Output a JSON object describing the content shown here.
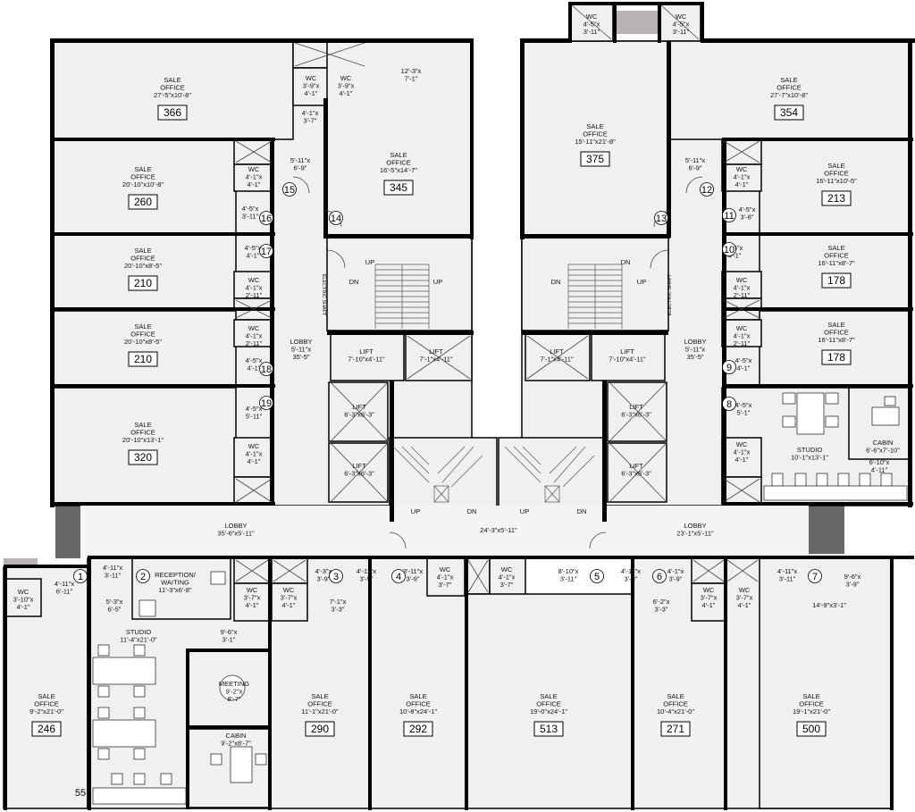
{
  "rooms": [
    {
      "id": "r366",
      "name": "SALE\nOFFICE",
      "dims": "27'-5\"x10'-8\"",
      "area": "366"
    },
    {
      "id": "r260",
      "name": "SALE\nOFFICE",
      "dims": "20'-10\"x10'-8\"",
      "area": "260"
    },
    {
      "id": "r210a",
      "name": "SALE\nOFFICE",
      "dims": "20'-10\"x8'-5\"",
      "area": "210"
    },
    {
      "id": "r210b",
      "name": "SALE\nOFFICE",
      "dims": "20'-10\"x8'-5\"",
      "area": "210"
    },
    {
      "id": "r320",
      "name": "SALE\nOFFICE",
      "dims": "20'-10\"x13'-1\"",
      "area": "320"
    },
    {
      "id": "r345",
      "name": "SALE\nOFFICE",
      "dims": "16'-5\"x14'-7\"",
      "area": "345"
    },
    {
      "id": "r375",
      "name": "SALE\nOFFICE",
      "dims": "15'-11\"x21'-8\"",
      "area": "375"
    },
    {
      "id": "r354",
      "name": "SALE\nOFFICE",
      "dims": "27'-7\"x10'-8\"",
      "area": "354"
    },
    {
      "id": "r213",
      "name": "SALE\nOFFICE",
      "dims": "16'-11\"x10'-5\"",
      "area": "213"
    },
    {
      "id": "r178a",
      "name": "SALE\nOFFICE",
      "dims": "16'-11\"x8'-7\"",
      "area": "178"
    },
    {
      "id": "r178b",
      "name": "SALE\nOFFICE",
      "dims": "16'-11\"x8'-7\"",
      "area": "178"
    },
    {
      "id": "r246",
      "name": "SALE\nOFFICE",
      "dims": "9'-2\"x21'-0\"",
      "area": "246"
    },
    {
      "id": "r290",
      "name": "SALE\nOFFICE",
      "dims": "11'-1\"x21'-0\"",
      "area": "290"
    },
    {
      "id": "r292",
      "name": "SALE\nOFFICE",
      "dims": "10'-8\"x24'-1\"",
      "area": "292"
    },
    {
      "id": "r513",
      "name": "SALE\nOFFICE",
      "dims": "19'-0\"x24'-1\"",
      "area": "513"
    },
    {
      "id": "r271",
      "name": "SALE\nOFFICE",
      "dims": "10'-4\"x21'-0\"",
      "area": "271"
    },
    {
      "id": "r500",
      "name": "SALE\nOFFICE",
      "dims": "19'-1\"x21'-0\"",
      "area": "500"
    }
  ],
  "labels": [
    {
      "id": "wcTop1",
      "text": "WC\n4'-5\"x\n3'-11\""
    },
    {
      "id": "wcTop2",
      "text": "WC\n4'-5\"x\n3'-11\""
    },
    {
      "id": "wc366a",
      "text": "WC\n3'-9\"x\n4'-1\""
    },
    {
      "id": "wc366b",
      "text": "WC\n3'-9\"x\n4'-1\""
    },
    {
      "id": "pass366",
      "text": "4'-1\"x\n3'-7\""
    },
    {
      "id": "top345",
      "text": "12'-3\"x\n7'-1\""
    },
    {
      "id": "wc260",
      "text": "WC\n4'-1\"x\n4'-1\""
    },
    {
      "id": "p15",
      "text": "5'-11\"x\n6'-9\""
    },
    {
      "id": "p16",
      "text": "4'-5\"x\n3'-11\""
    },
    {
      "id": "p17",
      "text": "4'-5\"x\n4'-1\""
    },
    {
      "id": "wc210a",
      "text": "WC\n4'-1\"x\n2'-11\""
    },
    {
      "id": "wc210b",
      "text": "WC\n4'-1\"x\n2'-11\""
    },
    {
      "id": "p18",
      "text": "4'-5\"x\n4'-1\""
    },
    {
      "id": "p19",
      "text": "4'-5\"x\n5'-11\""
    },
    {
      "id": "wc320",
      "text": "WC\n4'-1\"x\n4'-1\""
    },
    {
      "id": "lobbyL",
      "text": "LOBBY\n5'-11\"x\n35'-5\""
    },
    {
      "id": "lobbyR",
      "text": "LOBBY\n5'-11\"x\n35'-5\""
    },
    {
      "id": "liftL1",
      "text": "LIFT\n7'-10\"x4'-11\""
    },
    {
      "id": "liftL2",
      "text": "LIFT\n7'-1\"x4'-11\""
    },
    {
      "id": "liftR1",
      "text": "LIFT\n7'-1\"x4'-11\""
    },
    {
      "id": "liftR2",
      "text": "LIFT\n7'-10\"x4'-11\""
    },
    {
      "id": "liftL3",
      "text": "LIFT\n6'-3\"x6'-3\""
    },
    {
      "id": "liftL4",
      "text": "LIFT\n6'-3\"x6'-3\""
    },
    {
      "id": "liftR3",
      "text": "LIFT\n6'-3\"x6'-3\""
    },
    {
      "id": "liftR4",
      "text": "LIFT\n6'-3\"x6'-3\""
    },
    {
      "id": "p12",
      "text": "5'-11\"x\n6'-9\""
    },
    {
      "id": "wc213",
      "text": "WC\n4'-1\"x\n4'-1\""
    },
    {
      "id": "p11",
      "text": "4'-5\"x\n3'-8\""
    },
    {
      "id": "p10",
      "text": "4'-5\"x\n4'-1\""
    },
    {
      "id": "wc178a",
      "text": "WC\n4'-1\"x\n2'-11\""
    },
    {
      "id": "wc178b",
      "text": "WC\n4'-1\"x\n2'-11\""
    },
    {
      "id": "p9",
      "text": "4'-5\"x\n4'-1\""
    },
    {
      "id": "p8",
      "text": "4'-5\"x\n5'-1\""
    },
    {
      "id": "wcStudio",
      "text": "WC\n4'-1\"x\n4'-1\""
    },
    {
      "id": "studioR",
      "text": "STUDIO\n10'-1\"x13'-1\""
    },
    {
      "id": "cabinR",
      "text": "CABIN\n6'-6\"x7'-10\""
    },
    {
      "id": "cabinR2",
      "text": "6'-10\"x\n4'-11\""
    },
    {
      "id": "lobbyBL",
      "text": "LOBBY\n35'-6\"x5'-11\""
    },
    {
      "id": "lobbyBC",
      "text": "24'-3\"x5'-11\""
    },
    {
      "id": "lobbyBR",
      "text": "LOBBY\n23'-1\"x5'-11\""
    },
    {
      "id": "wc246",
      "text": "WC\n3'-10\"x\n4'-1\""
    },
    {
      "id": "p1",
      "text": "4'-11\"x\n6'-11\""
    },
    {
      "id": "p1b",
      "text": "4'-11\"x\n3'-11\""
    },
    {
      "id": "reception",
      "text": "RECEPTION/\nWAITING\n11'-3\"x6'-8\""
    },
    {
      "id": "p2small",
      "text": "5'-3\"x\n6'-5\""
    },
    {
      "id": "wcA",
      "text": "WC\n3'-7\"x\n4'-1\""
    },
    {
      "id": "wcB",
      "text": "WC\n3'-7\"x\n4'-1\""
    },
    {
      "id": "studioL",
      "text": "STUDIO\n11'-4\"x21'-0\""
    },
    {
      "id": "p96",
      "text": "9'-6\"x\n3'-1\""
    },
    {
      "id": "meeting",
      "text": "MEETING\n9'-2\"x\n8'-7\""
    },
    {
      "id": "cabinL",
      "text": "CABIN\n9'-2\"x8'-7\""
    },
    {
      "id": "p3",
      "text": "4'-3\"x\n3'-9\""
    },
    {
      "id": "p290top",
      "text": "7'-1\"x\n3'-3\""
    },
    {
      "id": "p4",
      "text": "4'-11\"x\n3'-9\""
    },
    {
      "id": "p4b",
      "text": "3'-11\"x\n3'-9\""
    },
    {
      "id": "wcC",
      "text": "WC\n4'-1\"x\n3'-7\""
    },
    {
      "id": "wcD",
      "text": "WC\n4'-1\"x\n3'-7\""
    },
    {
      "id": "p5",
      "text": "8'-10\"x\n3'-11\""
    },
    {
      "id": "p6",
      "text": "4'-11\"x\n3'-9\""
    },
    {
      "id": "p6b",
      "text": "4'-1\"x\n3'-9\""
    },
    {
      "id": "p271top",
      "text": "6'-2\"x\n3'-3\""
    },
    {
      "id": "wcE",
      "text": "WC\n3'-7\"x\n4'-1\""
    },
    {
      "id": "wcF",
      "text": "WC\n3'-7\"x\n4'-1\""
    },
    {
      "id": "p7",
      "text": "4'-11\"x\n3'-11\""
    },
    {
      "id": "p7b",
      "text": "9'-6\"x\n3'-9\""
    },
    {
      "id": "p500top",
      "text": "14'-9\"x3'-1\""
    }
  ],
  "door_numbers": [
    "1",
    "2",
    "3",
    "4",
    "5",
    "6",
    "7",
    "8",
    "9",
    "10",
    "11",
    "12",
    "13",
    "14",
    "15",
    "16",
    "17",
    "18",
    "19"
  ],
  "stairs": {
    "up": "UP",
    "dn": "DN"
  },
  "shaft": "ELECTRIC SHAFT",
  "partial_number": "55"
}
